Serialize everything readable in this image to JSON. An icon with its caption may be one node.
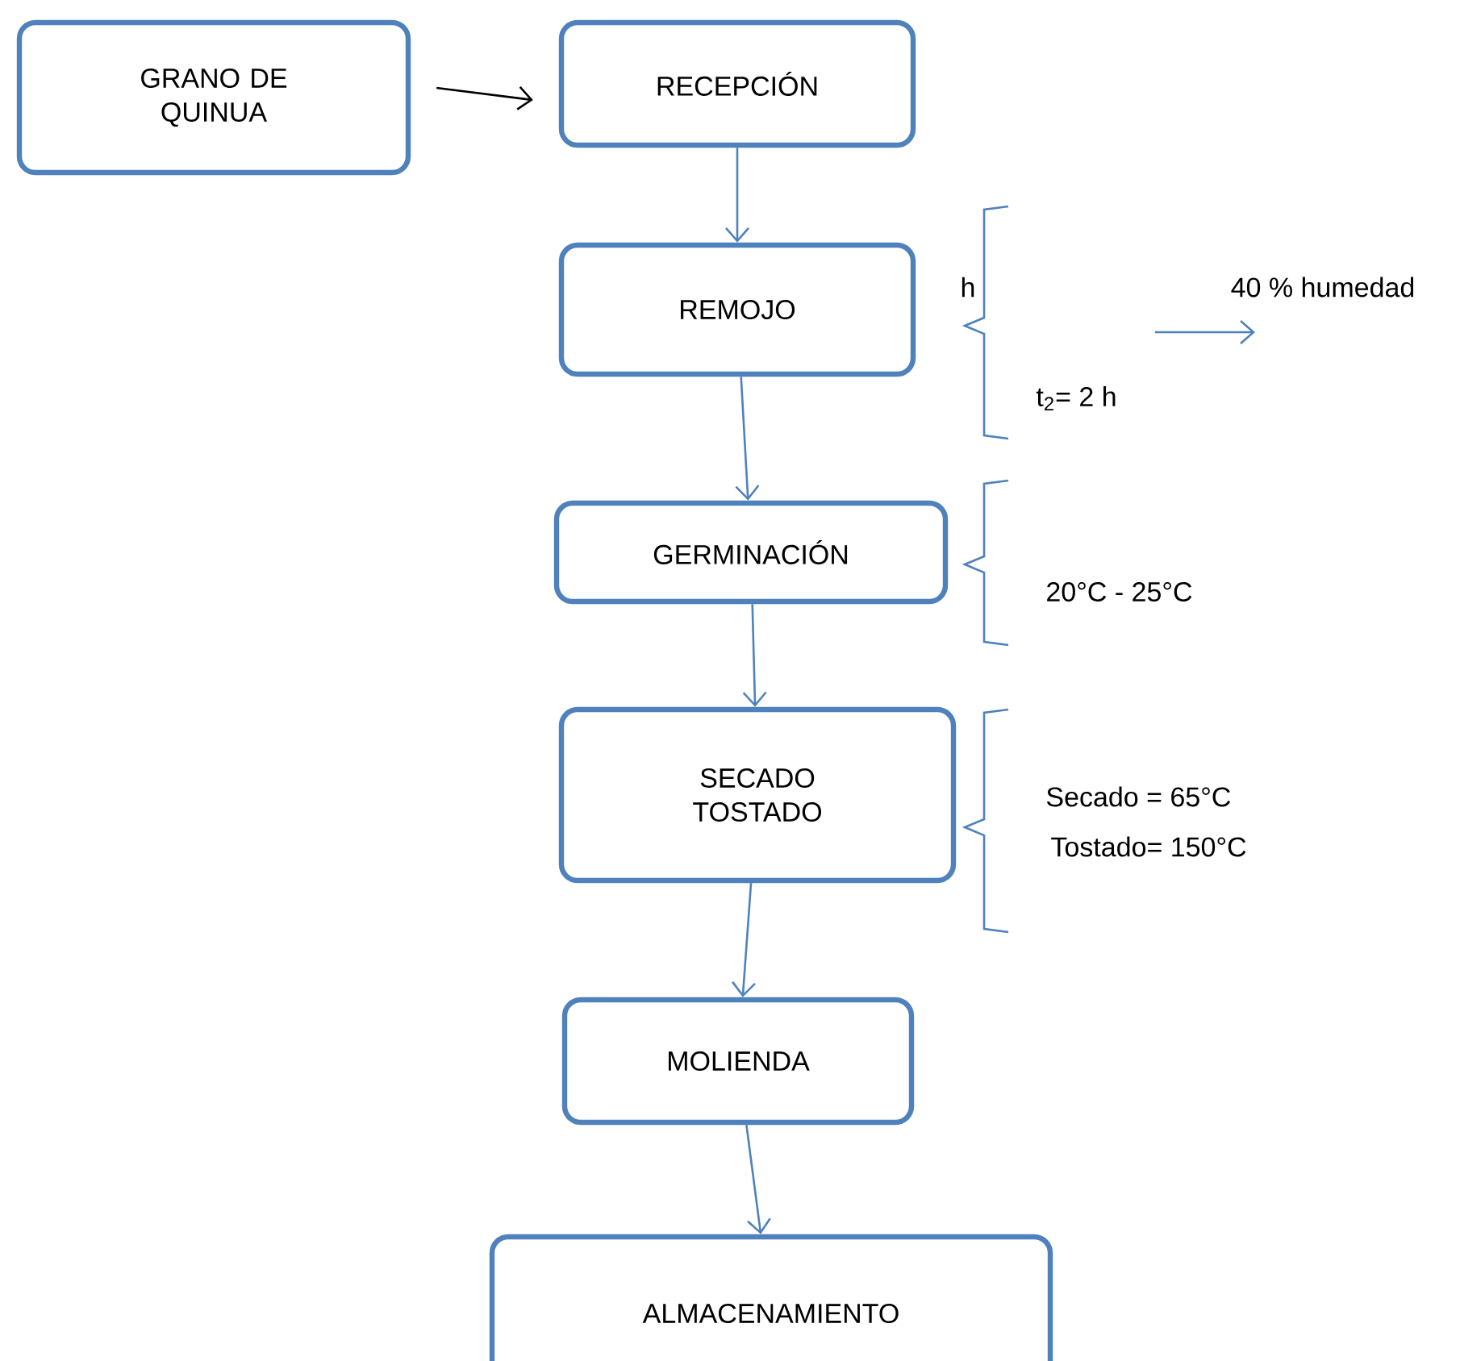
{
  "diagram": {
    "nodes": [
      {
        "text": [
          "GRANO DE QUINUA"
        ]
      },
      {
        "text": [
          "RECEPCIÓN"
        ]
      },
      {
        "text": [
          "REMOJO"
        ],
        "beside": [
          "h",
          "t$_{2}$= 2 h"
        ]
      },
      {
        "text": [
          "GERMINACIÓN"
        ],
        "beside": [
          "20°C - 25°C"
        ]
      },
      {
        "text": [
          "SECADO TOSTADO"
        ],
        "beside": [
          "Secado = 65°C",
          "Tostado= 150°C"
        ]
      },
      {
        "text": [
          "MOLIENDA"
        ]
      },
      {
        "text": [
          "ALMACENAMIENTO"
        ]
      }
    ],
    "edges": [
      {
        "from": 0,
        "to": 1,
        "arrow": "to",
        "color": "#000000"
      },
      {
        "from": 1,
        "to": 2,
        "arrow": "to"
      },
      {
        "from": 2,
        "to": 3,
        "arrow": "to"
      },
      {
        "from": 3,
        "to": 4,
        "arrow": "to"
      },
      {
        "from": 4,
        "to": 5,
        "arrow": "to"
      },
      {
        "from": 5,
        "to": 6,
        "arrow": "to"
      }
    ],
    "labels": [
      "40 % humedad"
    ]
  }
}
